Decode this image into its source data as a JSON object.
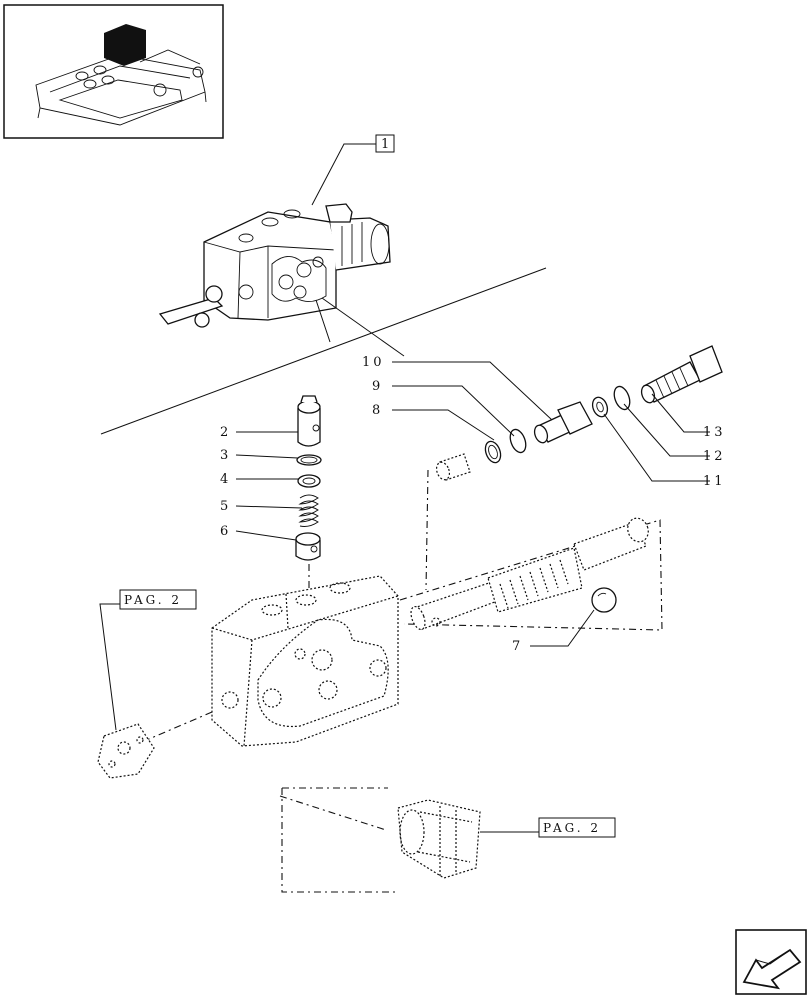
{
  "callouts": {
    "assembly": "1",
    "c2": "2",
    "c3": "3",
    "c4": "4",
    "c5": "5",
    "c6": "6",
    "c7": "7",
    "c8": "8",
    "c9": "9",
    "c10": "10",
    "c11": "11",
    "c12": "12",
    "c13": "13"
  },
  "page_refs": {
    "left": "PAG. 2",
    "bottom": "PAG. 2"
  },
  "icons": {
    "thumbnail": "tractor-lift-cover-thumbnail",
    "navigation": "next-page-arrow-icon"
  }
}
